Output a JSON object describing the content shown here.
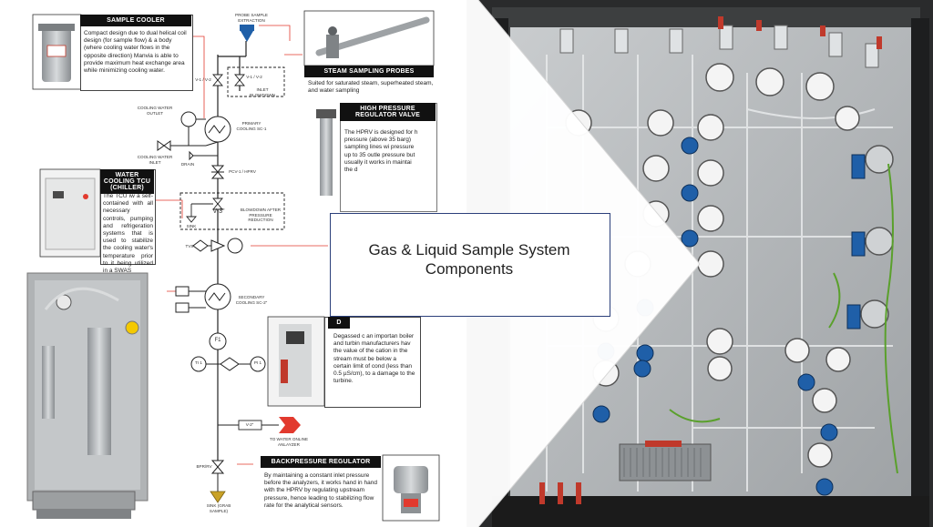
{
  "slide": {
    "title_line1": "Gas & Liquid Sample System",
    "title_line2": "Components"
  },
  "sample_cooler": {
    "heading": "SAMPLE COOLER",
    "description": "Compact design due to dual helical coil design (for sample flow) & a body (where cooling water flows in the opposite direction) Manvia is able to provide maximum heat exchange area while minimizing cooling water."
  },
  "steam_probes": {
    "heading": "STEAM SAMPLING PROBES",
    "description": "Suited for saturated steam, superheated steam, and water sampling"
  },
  "hprv": {
    "heading": "HIGH PRESSURE REGULATOR VALVE",
    "description": "The HPRV is designed for h pressure (above 35 barg) sampling lines wi pressure up to 35 outle pressure but usually it works in maintai the d"
  },
  "water_cooling": {
    "heading": "WATER COOLING TCU (CHILLER)",
    "description": "The TCU iw a self-contained with all necessary controls, pumping and refrigeration systems that is used to stabilize the cooling water's temperature prior to it being utilized in a SWAS"
  },
  "degassed": {
    "heading": "D",
    "description": "Degassed c an importan boiler and turbin manufacturers hav the value of the cation in the stream must be below a certain limit of cond (less than 0.5 µS/cm), to a damage to the turbine."
  },
  "backpressure": {
    "heading": "BACKPRESSURE REGULATOR",
    "description": "By maintaining a constant inlet pressure before the analyzers, it works hand in hand with the HPRV by regulating upstream pressure, hence leading to stabilizing flow rate for the analytical sensors."
  },
  "labels": {
    "probe": "PROBE SAMPLE EXTRACTION",
    "v1v2": "V-1 / V-2",
    "v1v2b": "V-1 / V-2",
    "inlet_blowdown": "INLET BLOWDOWN",
    "cw_outlet": "COOLING WATER OUTLET",
    "cw_inlet": "COOLING WATER INLET",
    "primary_cooling": "PRIMARY COOLING SC-1",
    "drain": "DRAIN",
    "pcv": "PCV-1 / HPRV",
    "v3": "V-3\"",
    "sink": "SINK",
    "blowdown_after": "BLOWDOWN AFTER PRESSURE REDUCTION",
    "tvs": "TVS",
    "secondary_cooling": "SECONDARY COOLING SC-2\"",
    "f1": "F1",
    "ti1": "TI 1",
    "pi1": "PI 1",
    "v2b": "V-2\"",
    "to_water": "TO WATER ONLINE ANLAYZER",
    "bprv": "BPR/RV",
    "sink_grab": "SINK (GRAB SAMPLE)"
  },
  "colors": {
    "accent_red": "#e23a2e",
    "title_border": "#2b3f7a",
    "header_bg": "#111111",
    "probe_blue": "#1f5fa8",
    "sink_gold": "#c9a227"
  }
}
